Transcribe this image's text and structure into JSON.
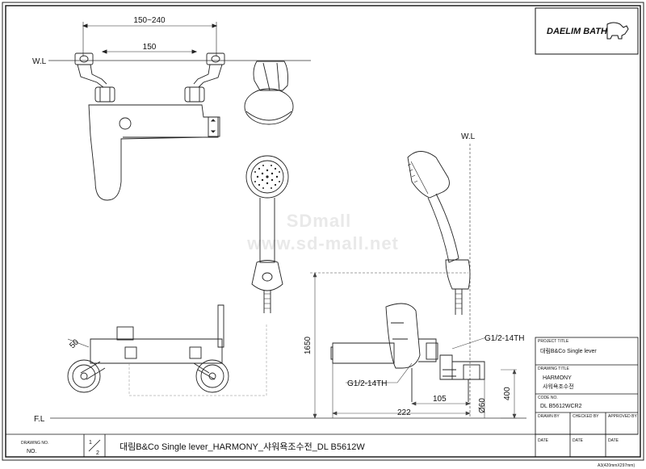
{
  "brand": {
    "logo_text": "DAELIM BATH"
  },
  "reference_labels": {
    "wl_left": "W.L",
    "wl_right": "W.L",
    "fl": "F.L"
  },
  "dimensions": {
    "top_range": "150~240",
    "top_center": "150",
    "side_angle": "50",
    "height": "1650",
    "thread_upper": "G1/2-14TH",
    "thread_lower": "G1/2-14TH",
    "depth_a": "105",
    "depth_b": "222",
    "diameter": "Ø60",
    "height_b": "400"
  },
  "watermark": {
    "line1": "SDmall",
    "line2": "www.sd-mall.net"
  },
  "title_block": {
    "project_title_label": "PROJECT TITLE",
    "project_title": "대림B&Co Single lever",
    "drawing_title_label": "DRAWING TITLE",
    "drawing_title_1": "HARMONY",
    "drawing_title_2": "샤워욕조수전",
    "code_no_label": "CODE NO.",
    "code_no": "DL B5612WCR2",
    "drawn_by_label": "DRAWN BY",
    "checked_by_label": "CHECKED BY",
    "approved_by_label": "APPROVED BY",
    "date_label_1": "DATE",
    "date_label_2": "DATE",
    "date_label_3": "DATE"
  },
  "bottom_bar": {
    "drawing_no_label": "DRAWING NO.",
    "drawing_no": "NO.",
    "sheet_num": "1",
    "sheet_den": "2",
    "title": "대림B&Co Single lever_HARMONY_샤워욕조수전_DL B5612W"
  },
  "paper_size": "A3(420mmX297mm)"
}
